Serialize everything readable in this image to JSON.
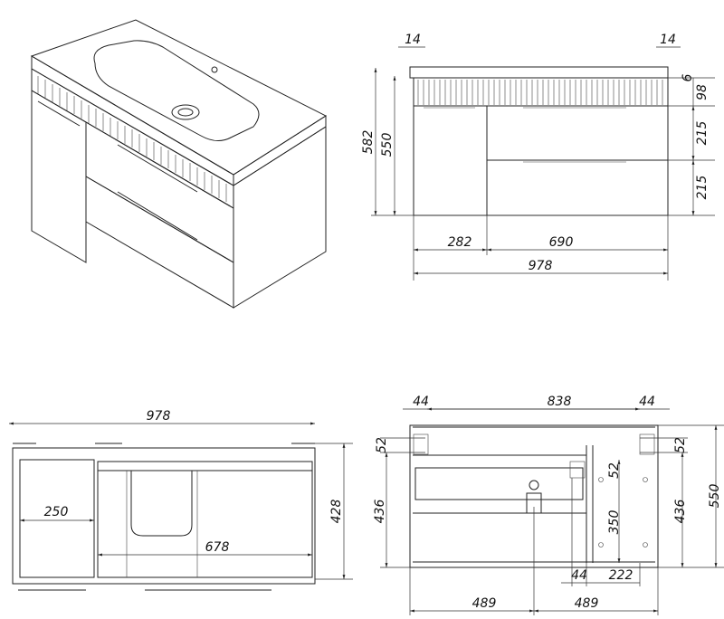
{
  "front_view": {
    "dims": {
      "left_overhang": "14",
      "right_overhang": "14",
      "countertop_offset": "6",
      "fluted_band": "98",
      "total_height": "582",
      "cabinet_height": "550",
      "drawer_upper": "215",
      "drawer_lower": "215",
      "door_width": "282",
      "drawer_width": "690",
      "total_width": "978"
    }
  },
  "top_view": {
    "dims": {
      "total_width": "978",
      "left_compartment": "250",
      "right_compartment": "678",
      "depth": "428"
    }
  },
  "back_view": {
    "dims": {
      "left_edge": "44",
      "mount_span": "838",
      "right_edge": "44",
      "left_bracket": "52",
      "right_bracket": "52",
      "inner_bracket": "52",
      "left_mount_height": "436",
      "right_mount_height": "436",
      "cabinet_height": "550",
      "drain_height": "350",
      "panel_gap": "44",
      "panel_width": "222",
      "left_half": "489",
      "right_half": "489"
    }
  }
}
